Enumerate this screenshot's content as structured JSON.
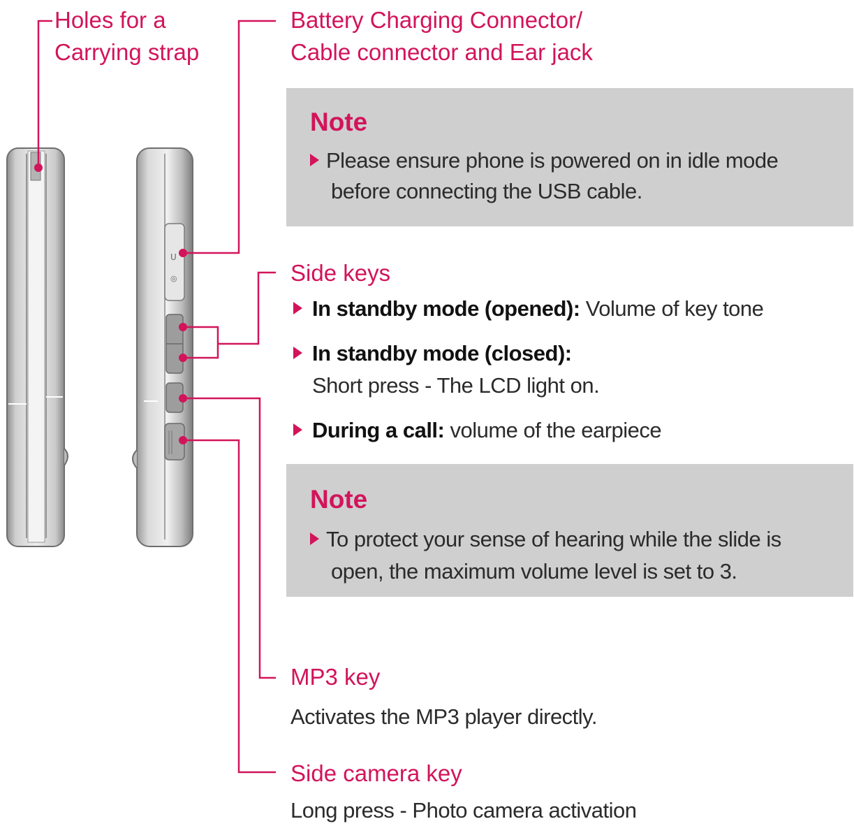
{
  "callouts": {
    "strap_line1": "Holes for a",
    "strap_line2": "Carrying strap",
    "battery_line1": "Battery Charging Connector/",
    "battery_line2": "Cable connector and Ear jack",
    "side_keys": "Side keys",
    "mp3_key": "MP3 key",
    "camera_key": "Side camera key"
  },
  "note1": {
    "title": "Note",
    "line1": "Please ensure phone is powered on in idle mode",
    "line2": "before connecting the USB cable."
  },
  "side_keys": {
    "item1_bold": "In standby mode (opened):",
    "item1_text": " Volume of key tone",
    "item2_bold": "In standby mode (closed):",
    "item2_text": "Short press - The LCD light on.",
    "item3_bold": "During a call:",
    "item3_text": " volume of the earpiece"
  },
  "note2": {
    "title": "Note",
    "line1": "To protect your sense of hearing while the slide is",
    "line2": "open, the maximum volume level is set to 3."
  },
  "mp3": {
    "description": "Activates the MP3 player directly."
  },
  "camera": {
    "description": "Long press - Photo camera activation"
  },
  "colors": {
    "accent": "#d2145a",
    "note_bg": "#cfcfcf",
    "text": "#2b2b2b"
  }
}
